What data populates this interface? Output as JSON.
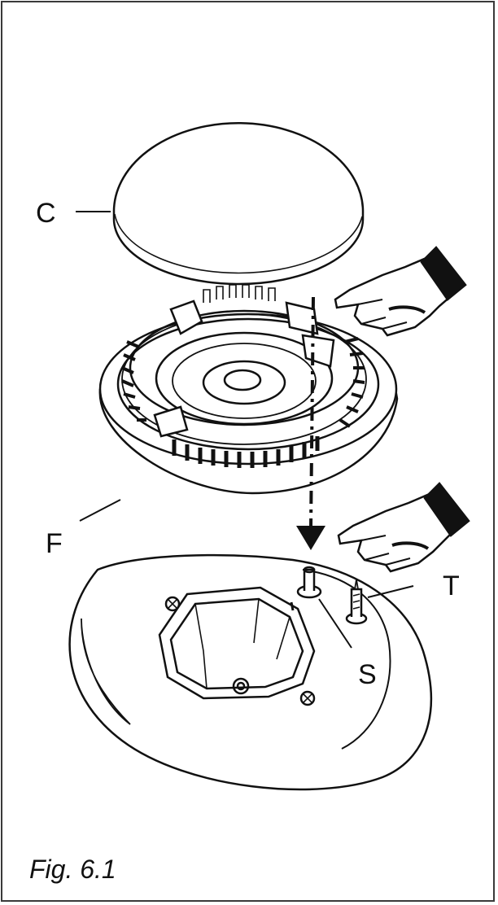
{
  "figure": {
    "caption": "Fig. 6.1",
    "labels": {
      "c": "C",
      "f": "F",
      "s": "S",
      "t": "T"
    }
  },
  "colors": {
    "line": "#111111",
    "frame": "#3a3a3a",
    "background": "#ffffff"
  }
}
